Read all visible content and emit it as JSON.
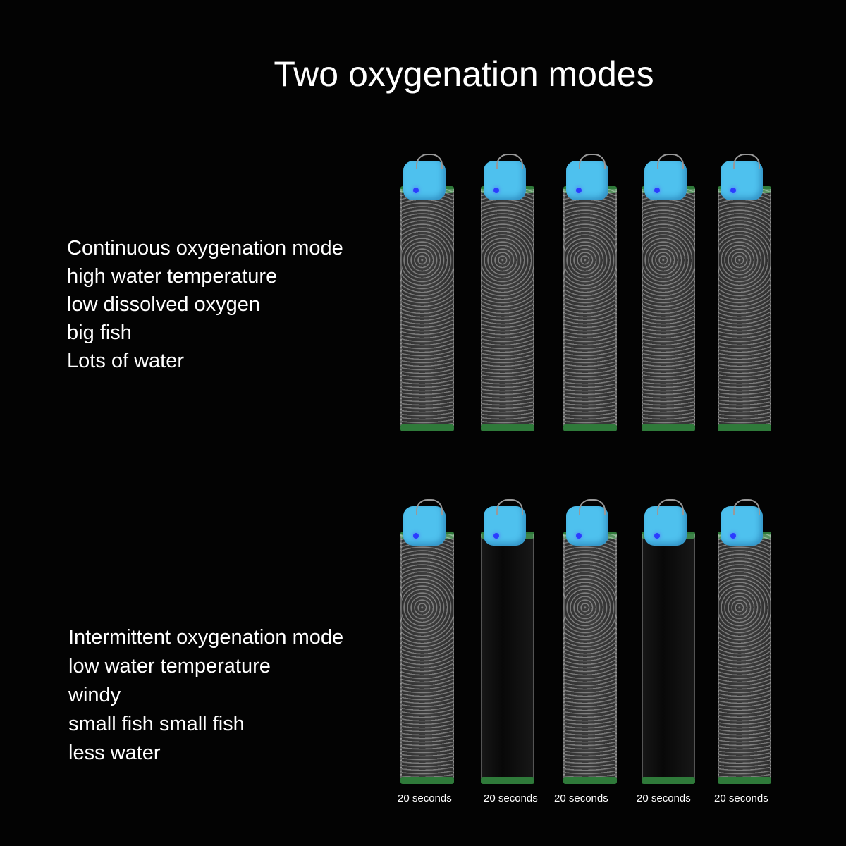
{
  "title": "Two oxygenation modes",
  "continuous": {
    "lines": [
      "Continuous oxygenation mode",
      "high water temperature",
      "low dissolved oxygen",
      "big fish",
      "Lots of water"
    ],
    "tubes": [
      true,
      true,
      true,
      true,
      true
    ]
  },
  "intermittent": {
    "lines": [
      "Intermittent oxygenation mode",
      "low water temperature",
      "windy",
      "small fish small fish",
      "less water"
    ],
    "tubes": [
      true,
      false,
      true,
      false,
      true
    ]
  },
  "captions": [
    "20 seconds",
    "20 seconds",
    "20 seconds",
    "20 seconds",
    "20 seconds"
  ],
  "colors": {
    "pump": "#4ec1ee",
    "background": "#030303"
  }
}
